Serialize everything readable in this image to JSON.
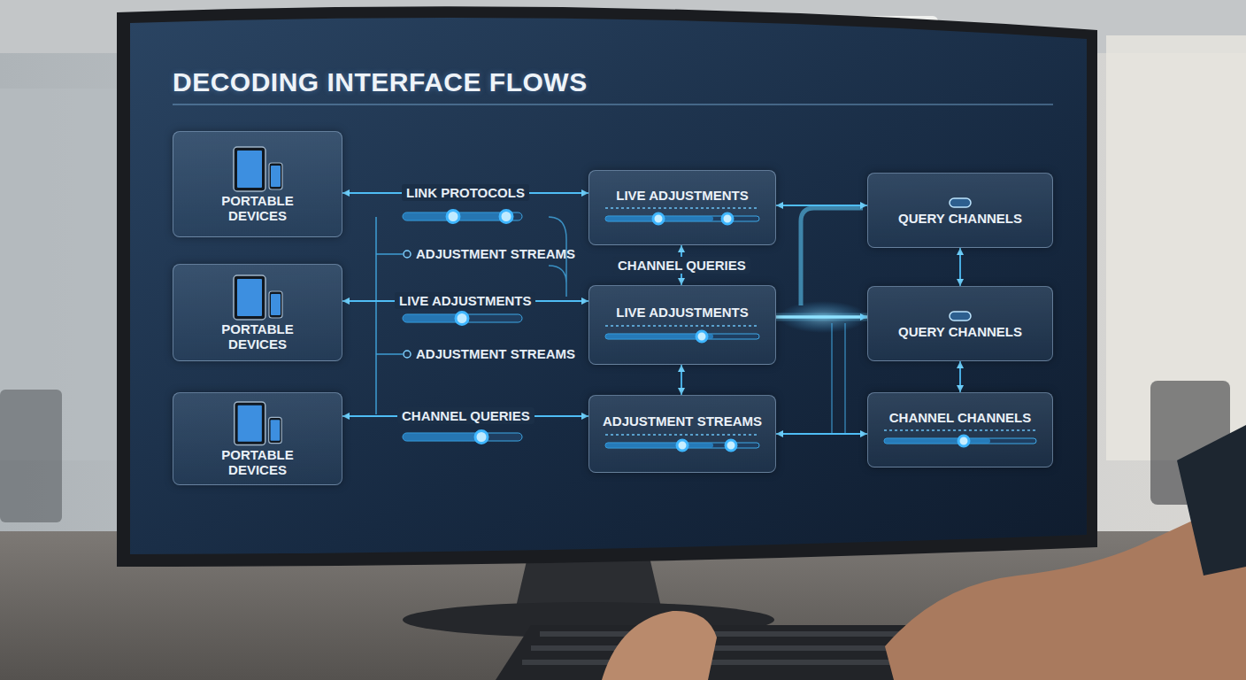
{
  "diagram": {
    "title": "DECODING INTERFACE FLOWS",
    "nodes": [
      {
        "text": [
          "PORTABLE DEVICES"
        ]
      },
      {
        "text": [
          "LIVE ADJUSTMENTS"
        ]
      },
      {
        "text": [
          "QUERY CHANNELS"
        ]
      },
      {
        "text": [
          "PORTABLE DEVICES"
        ]
      },
      {
        "text": [
          "LIVE ADJUSTMENTS"
        ]
      },
      {
        "text": [
          "QUERY CHANNELS"
        ]
      },
      {
        "text": [
          "PORTABLE DEVICES"
        ]
      },
      {
        "text": [
          "ADJUSTMENT STREAMS"
        ]
      },
      {
        "text": [
          "CHANNEL CHANNELS"
        ]
      }
    ],
    "edges": [
      {
        "from": 0,
        "to": 1,
        "label": "LINK PROTOCOLS",
        "arrow": "both"
      },
      {
        "from": 3,
        "to": 4,
        "label": "LIVE ADJUSTMENTS",
        "arrow": "both"
      },
      {
        "from": 6,
        "to": 7,
        "label": "CHANNEL QUERIES",
        "arrow": "both"
      },
      {
        "from": 1,
        "to": 2,
        "arrow": "both"
      },
      {
        "from": 4,
        "to": 5,
        "arrow": "to"
      },
      {
        "from": 7,
        "to": 8,
        "arrow": "both"
      },
      {
        "from": 1,
        "to": 4,
        "label": "CHANNEL QUERIES",
        "arrow": "both"
      },
      {
        "from": 4,
        "to": 7,
        "arrow": "both"
      },
      {
        "from": 2,
        "to": 5,
        "arrow": "both"
      },
      {
        "from": 5,
        "to": 8,
        "arrow": "both"
      }
    ],
    "labels": [
      "ADJUSTMENT STREAMS",
      "ADJUSTMENT STREAMS"
    ]
  }
}
